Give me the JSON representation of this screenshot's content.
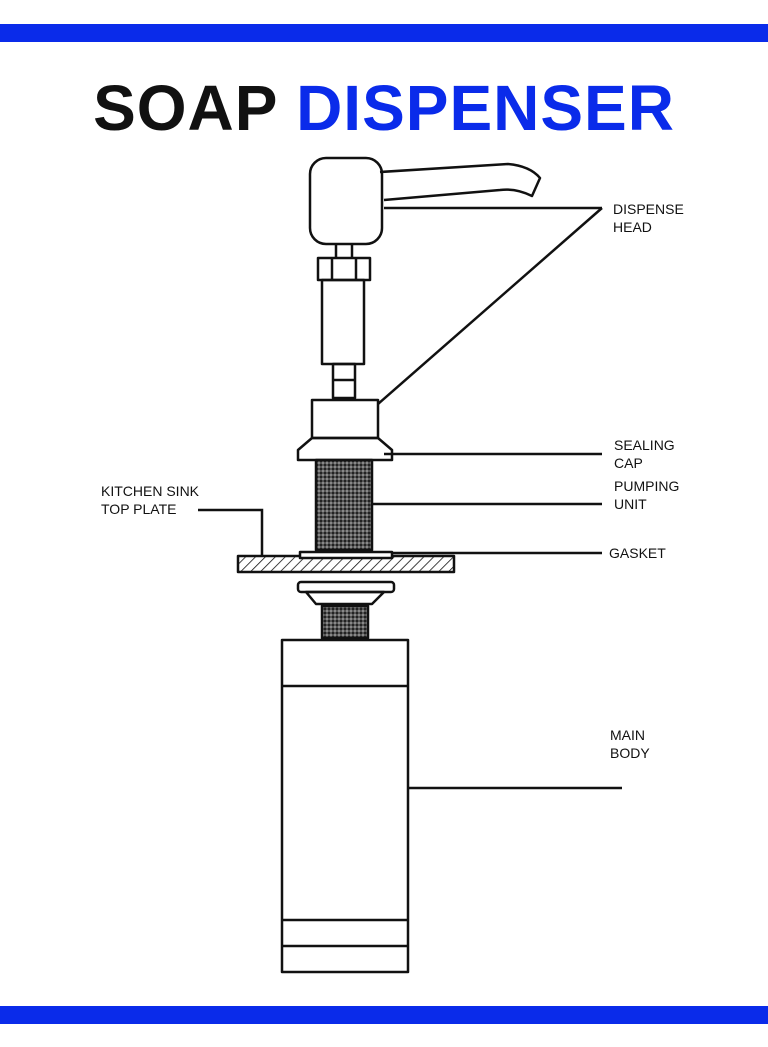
{
  "title": {
    "part1": "SOAP",
    "part2": "DISPENSER"
  },
  "labels": {
    "dispense_head": "DISPENSE\n HEAD",
    "sealing_cap": "SEALING\n  CAP",
    "pumping_unit": "PUMPING\n  UNIT",
    "gasket": "GASKET",
    "kitchen_sink": "KITCHEN SINK\nTOP PLATE",
    "main_body": "MAIN\nBODY"
  },
  "colors": {
    "brand_blue": "#0a2bea",
    "title_black": "#111111",
    "ink": "#111111"
  }
}
